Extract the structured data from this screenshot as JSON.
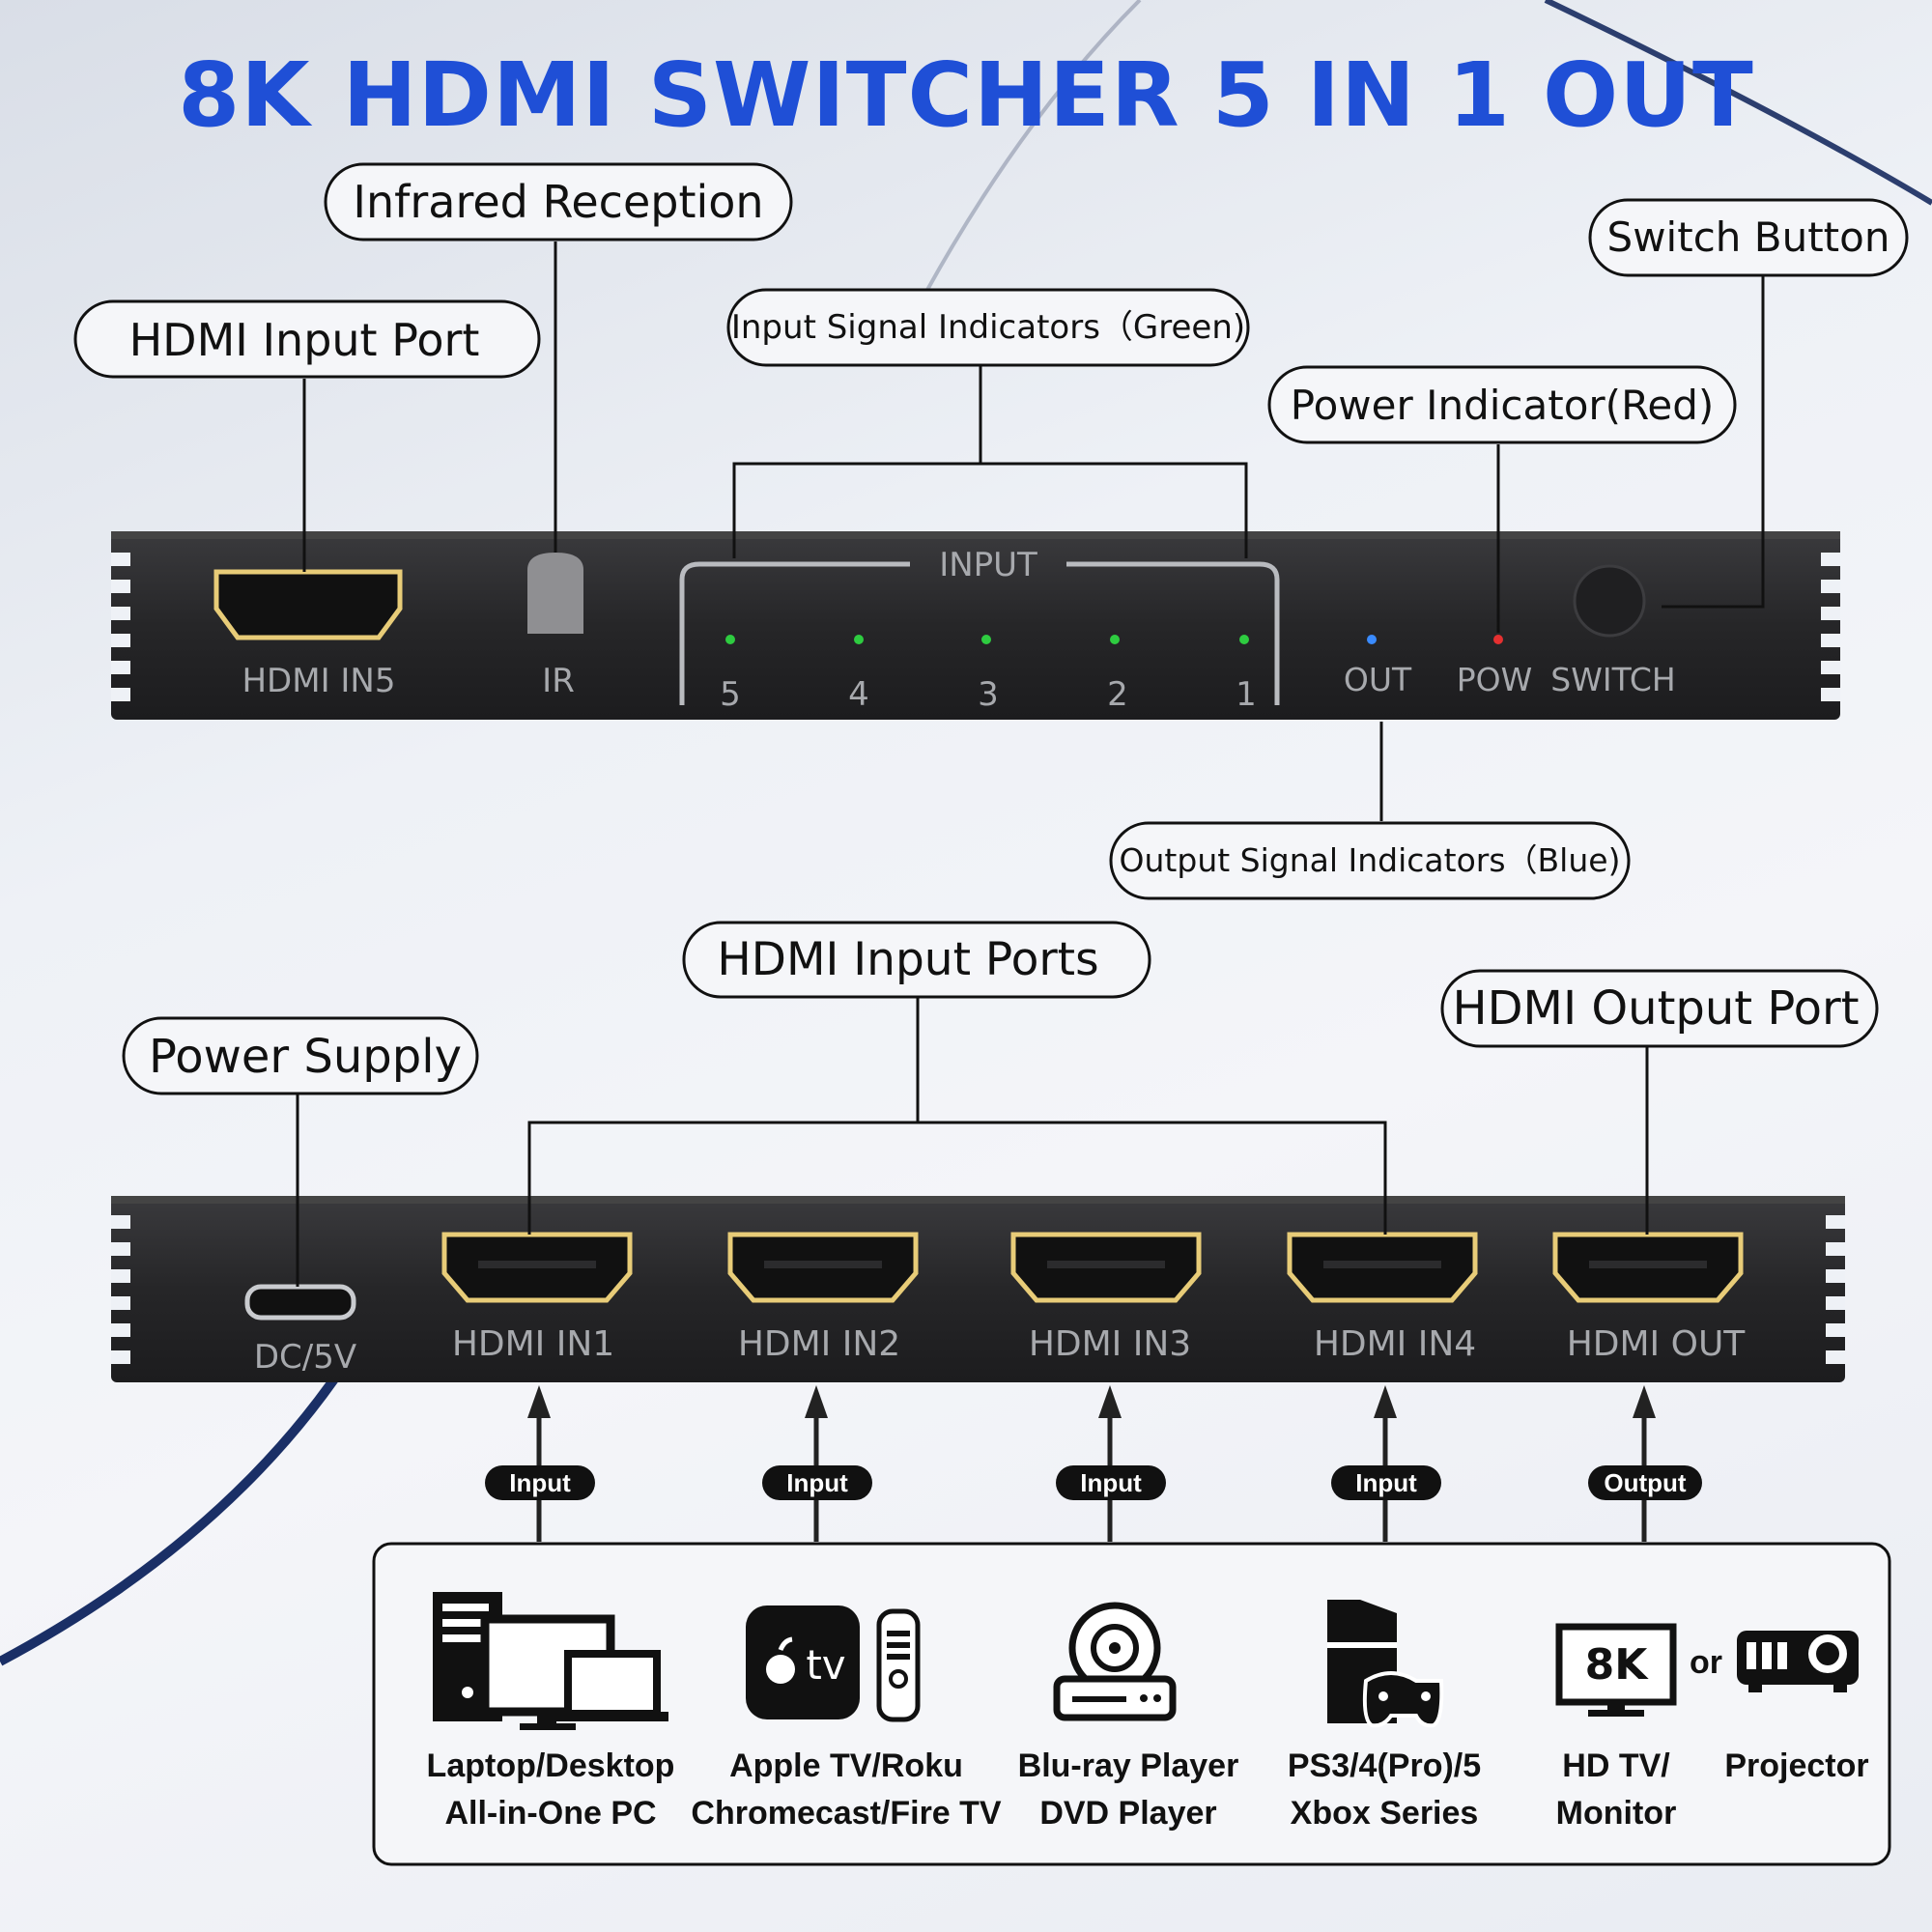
{
  "title": "8K HDMI SWITCHER 5 IN 1 OUT",
  "callouts": {
    "infrared": "Infrared Reception",
    "hdmi_input_port": "HDMI Input Port",
    "input_signal": "Input Signal Indicators（Green)",
    "switch_button": "Switch Button",
    "power_indicator": "Power Indicator(Red)",
    "output_signal": "Output Signal Indicators（Blue)",
    "hdmi_input_ports": "HDMI Input Ports",
    "power_supply": "Power Supply",
    "hdmi_output_port": "HDMI Output Port"
  },
  "front_panel": {
    "hdmi_in5": "HDMI IN5",
    "ir": "IR",
    "input": "INPUT",
    "channels": [
      "5",
      "4",
      "3",
      "2",
      "1"
    ],
    "out": "OUT",
    "pow": "POW",
    "switch": "SWITCH"
  },
  "back_panel": {
    "dc": "DC/5V",
    "ports": [
      "HDMI IN1",
      "HDMI IN2",
      "HDMI IN3",
      "HDMI IN4",
      "HDMI OUT"
    ]
  },
  "flow": [
    "Input",
    "Input",
    "Input",
    "Input",
    "Output"
  ],
  "devices": {
    "laptop": [
      "Laptop/Desktop",
      "All-in-One PC"
    ],
    "appletv": [
      "Apple TV/Roku",
      "Chromecast/Fire TV"
    ],
    "bluray": [
      "Blu-ray Player",
      "DVD Player"
    ],
    "console": [
      "PS3/4(Pro)/5",
      "Xbox Series"
    ],
    "hdtv": [
      "HD TV/",
      "Monitor"
    ],
    "projector": [
      "Projector"
    ],
    "tv_logo": "tv",
    "badge_8k": "8K",
    "or": "or"
  },
  "colors": {
    "title": "#1f4fd6",
    "device_body": "#2a2a2c",
    "hdmi_gold": "#e8cc78",
    "led_green": "#2ecc40",
    "led_blue": "#3a8bff",
    "led_red": "#e53030"
  }
}
